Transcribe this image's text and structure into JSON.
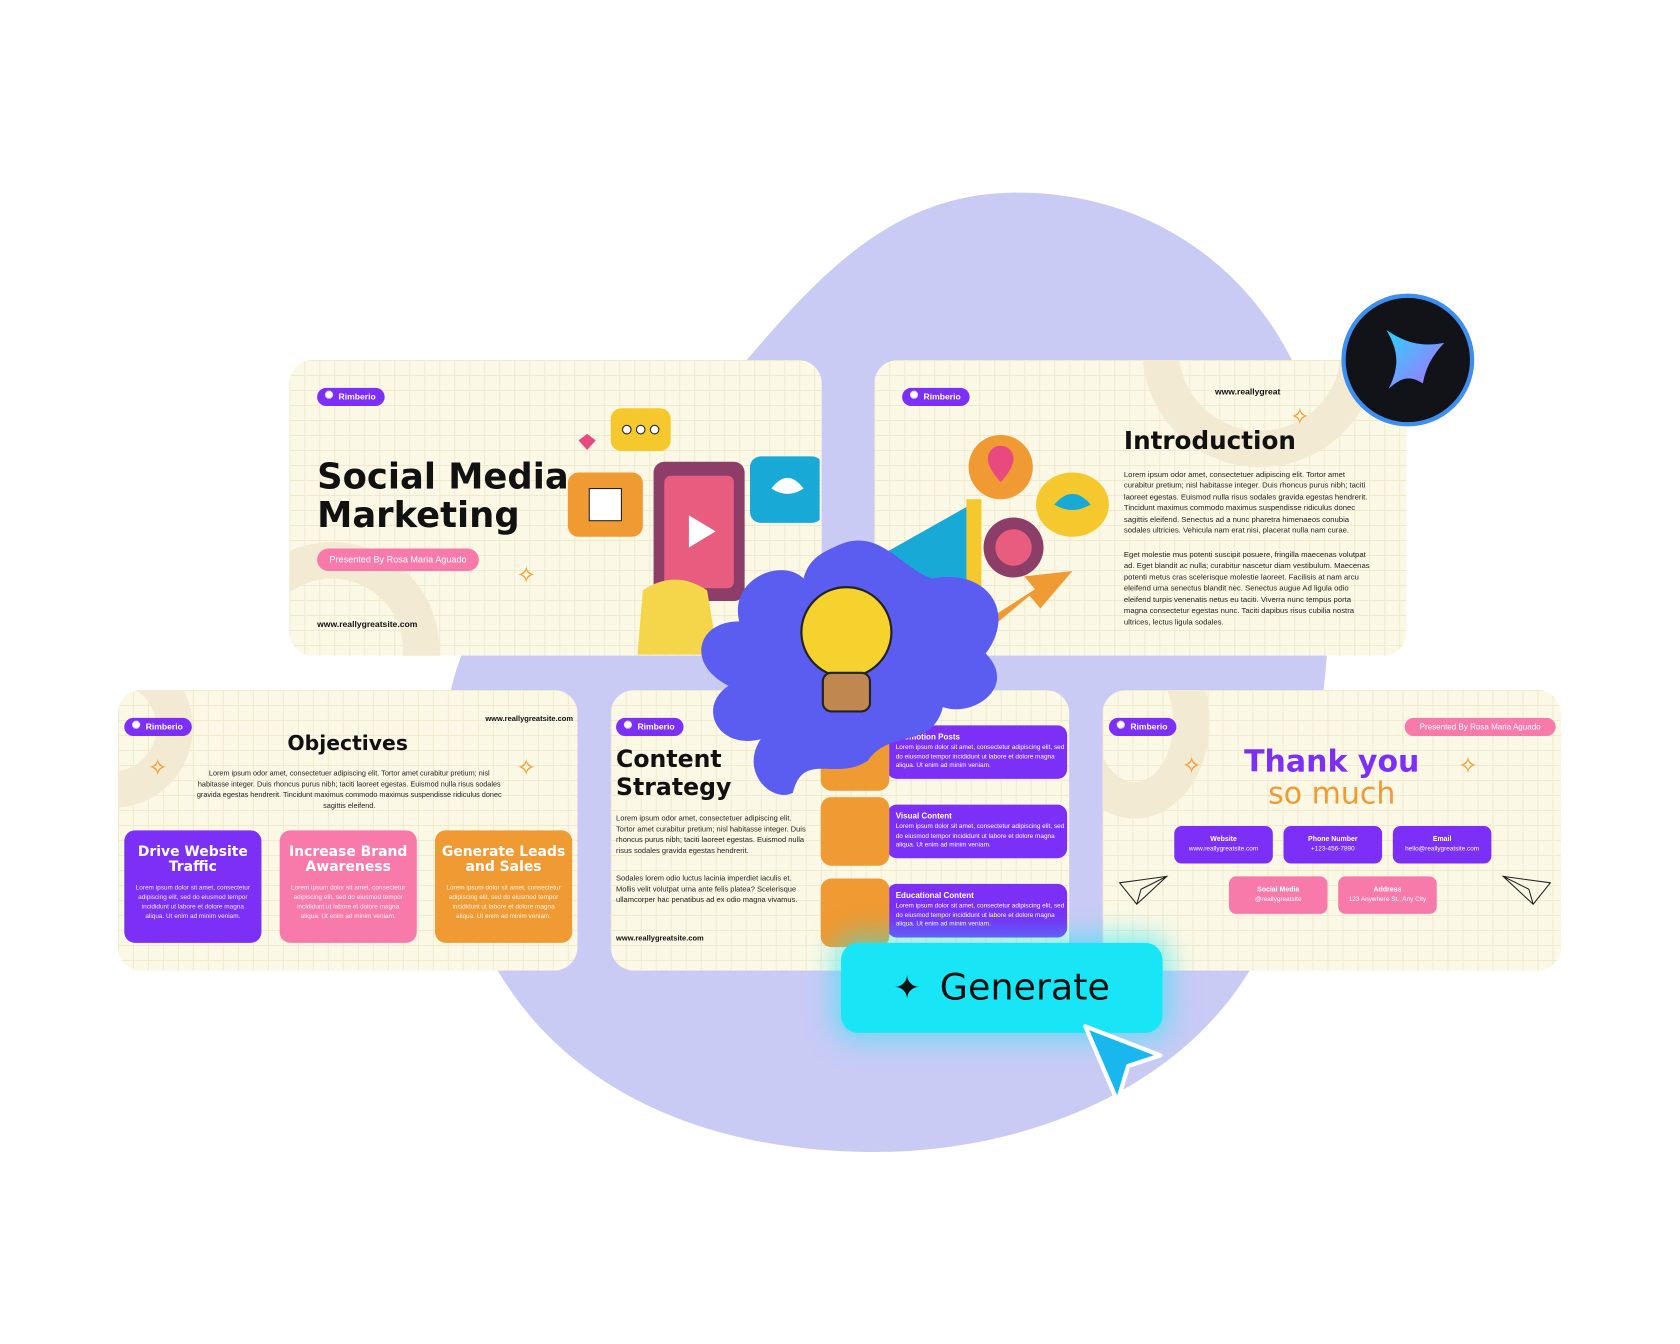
{
  "colors": {
    "purple": "#7b2ff7",
    "pink": "#f87aab",
    "orange": "#f09a33",
    "cream": "#fcf8e6",
    "lavender": "#c9cbf5",
    "cyan": "#18e5f5",
    "splash": "#5b5cf0"
  },
  "brand": "Rimberio",
  "site": "www.reallygreatsite.com",
  "slide1": {
    "title_line1": "Social Media",
    "title_line2": "Marketing",
    "presenter": "Presented By Rosa Maria Aguado"
  },
  "slide2": {
    "site": "www.reallygreat",
    "title": "Introduction",
    "para1": "Lorem ipsum odor amet, consectetuer adipiscing elit. Tortor amet curabitur pretium; nisl habitasse integer. Duis rhoncus purus nibh; taciti laoreet egestas. Euismod nulla risus sodales gravida egestas hendrerit. Tincidunt maximus commodo maximus suspendisse ridiculus donec sagittis eleifend. Senectus ad a nunc pharetra himenaeos conubia sodales ultricies. Vehicula nam erat nisi, placerat nulla nam curae.",
    "para2": "Eget molestie mus potenti suscipit posuere, fringilla maecenas volutpat ad. Eget blandit ac nulla; curabitur nascetur diam vestibulum. Maecenas potenti metus cras scelerisque molestie laoreet. Facilisis at nam arcu eleifend urna senectus blandit nec. Senectus augue Ad ligula odio eleifend turpis venenatis netus eu taciti. Viverra nunc tempus porta magna consectetur egestas nunc. Taciti dapibus risus cubilia nostra ultrices, lectus ligula sodales."
  },
  "slide3": {
    "title": "Objectives",
    "body": "Lorem ipsum odor amet, consectetuer adipiscing elit. Tortor amet curabitur pretium; nisl habitasse integer. Duis rhoncus purus nibh; taciti laoreet egestas. Euismod nulla risus sodales gravida egestas hendrerit. Tincidunt maximus commodo maximus suspendisse ridiculus donec sagittis eleifend.",
    "cards": [
      {
        "title": "Drive Website Traffic",
        "desc": "Lorem ipsum dolor sit amet, consectetur adipiscing elit, sed do eiusmod tempor incididunt ut labore et dolore magna aliqua. Ut enim ad minim veniam."
      },
      {
        "title": "Increase Brand Awareness",
        "desc": "Lorem ipsum dolor sit amet, consectetur adipiscing elit, sed do eiusmod tempor incididunt ut labore et dolore magna aliqua. Ut enim ad minim veniam."
      },
      {
        "title": "Generate Leads and Sales",
        "desc": "Lorem ipsum dolor sit amet, consectetur adipiscing elit, sed do eiusmod tempor incididunt ut labore et dolore magna aliqua. Ut enim ad minim veniam."
      }
    ]
  },
  "slide4": {
    "title_line1": "Content",
    "title_line2": "Strategy",
    "para1": "Lorem ipsum odor amet, consectetuer adipiscing elit. Tortor amet curabitur pretium; nisl habitasse integer. Duis rhoncus purus nibh; taciti laoreet egestas. Euismod nulla risus sodales gravida egestas hendrerit.",
    "para2": "Sodales lorem odio luctus lacinia imperdiet iaculis et. Mollis velit volutpat urna ante felis platea? Scelerisque ullamcorper hac penatibus ad ex odio magna vivamus.",
    "items": [
      {
        "title": "Promotion Posts",
        "desc": "Lorem ipsum dolor sit amet, consectetur adipiscing elit, sed do eiusmod tempor incididunt ut labore et dolore magna aliqua. Ut enim ad minim veniam."
      },
      {
        "title": "Visual Content",
        "desc": "Lorem ipsum dolor sit amet, consectetur adipiscing elit, sed do eiusmod tempor incididunt ut labore et dolore magna aliqua. Ut enim ad minim veniam."
      },
      {
        "title": "Educational Content",
        "desc": "Lorem ipsum dolor sit amet, consectetur adipiscing elit, sed do eiusmod tempor incididunt ut labore et dolore magna aliqua. Ut enim ad minim veniam."
      }
    ]
  },
  "slide5": {
    "presenter": "Presented By Rosa Maria Aguado",
    "title_line1": "Thank you",
    "title_line2": "so much",
    "contacts": [
      {
        "label": "Website",
        "value": "www.reallygreatsite.com"
      },
      {
        "label": "Phone Number",
        "value": "+123-456-7890"
      },
      {
        "label": "Email",
        "value": "hello@reallygreatsite.com"
      },
      {
        "label": "Social Media",
        "value": "@reallygreatsite"
      },
      {
        "label": "Address",
        "value": "123 Anywhere St., Any City"
      }
    ]
  },
  "generate_button": {
    "label": "Generate",
    "icon": "sparkle-icon"
  },
  "logo_icon": "star-sparkle-logo-icon"
}
